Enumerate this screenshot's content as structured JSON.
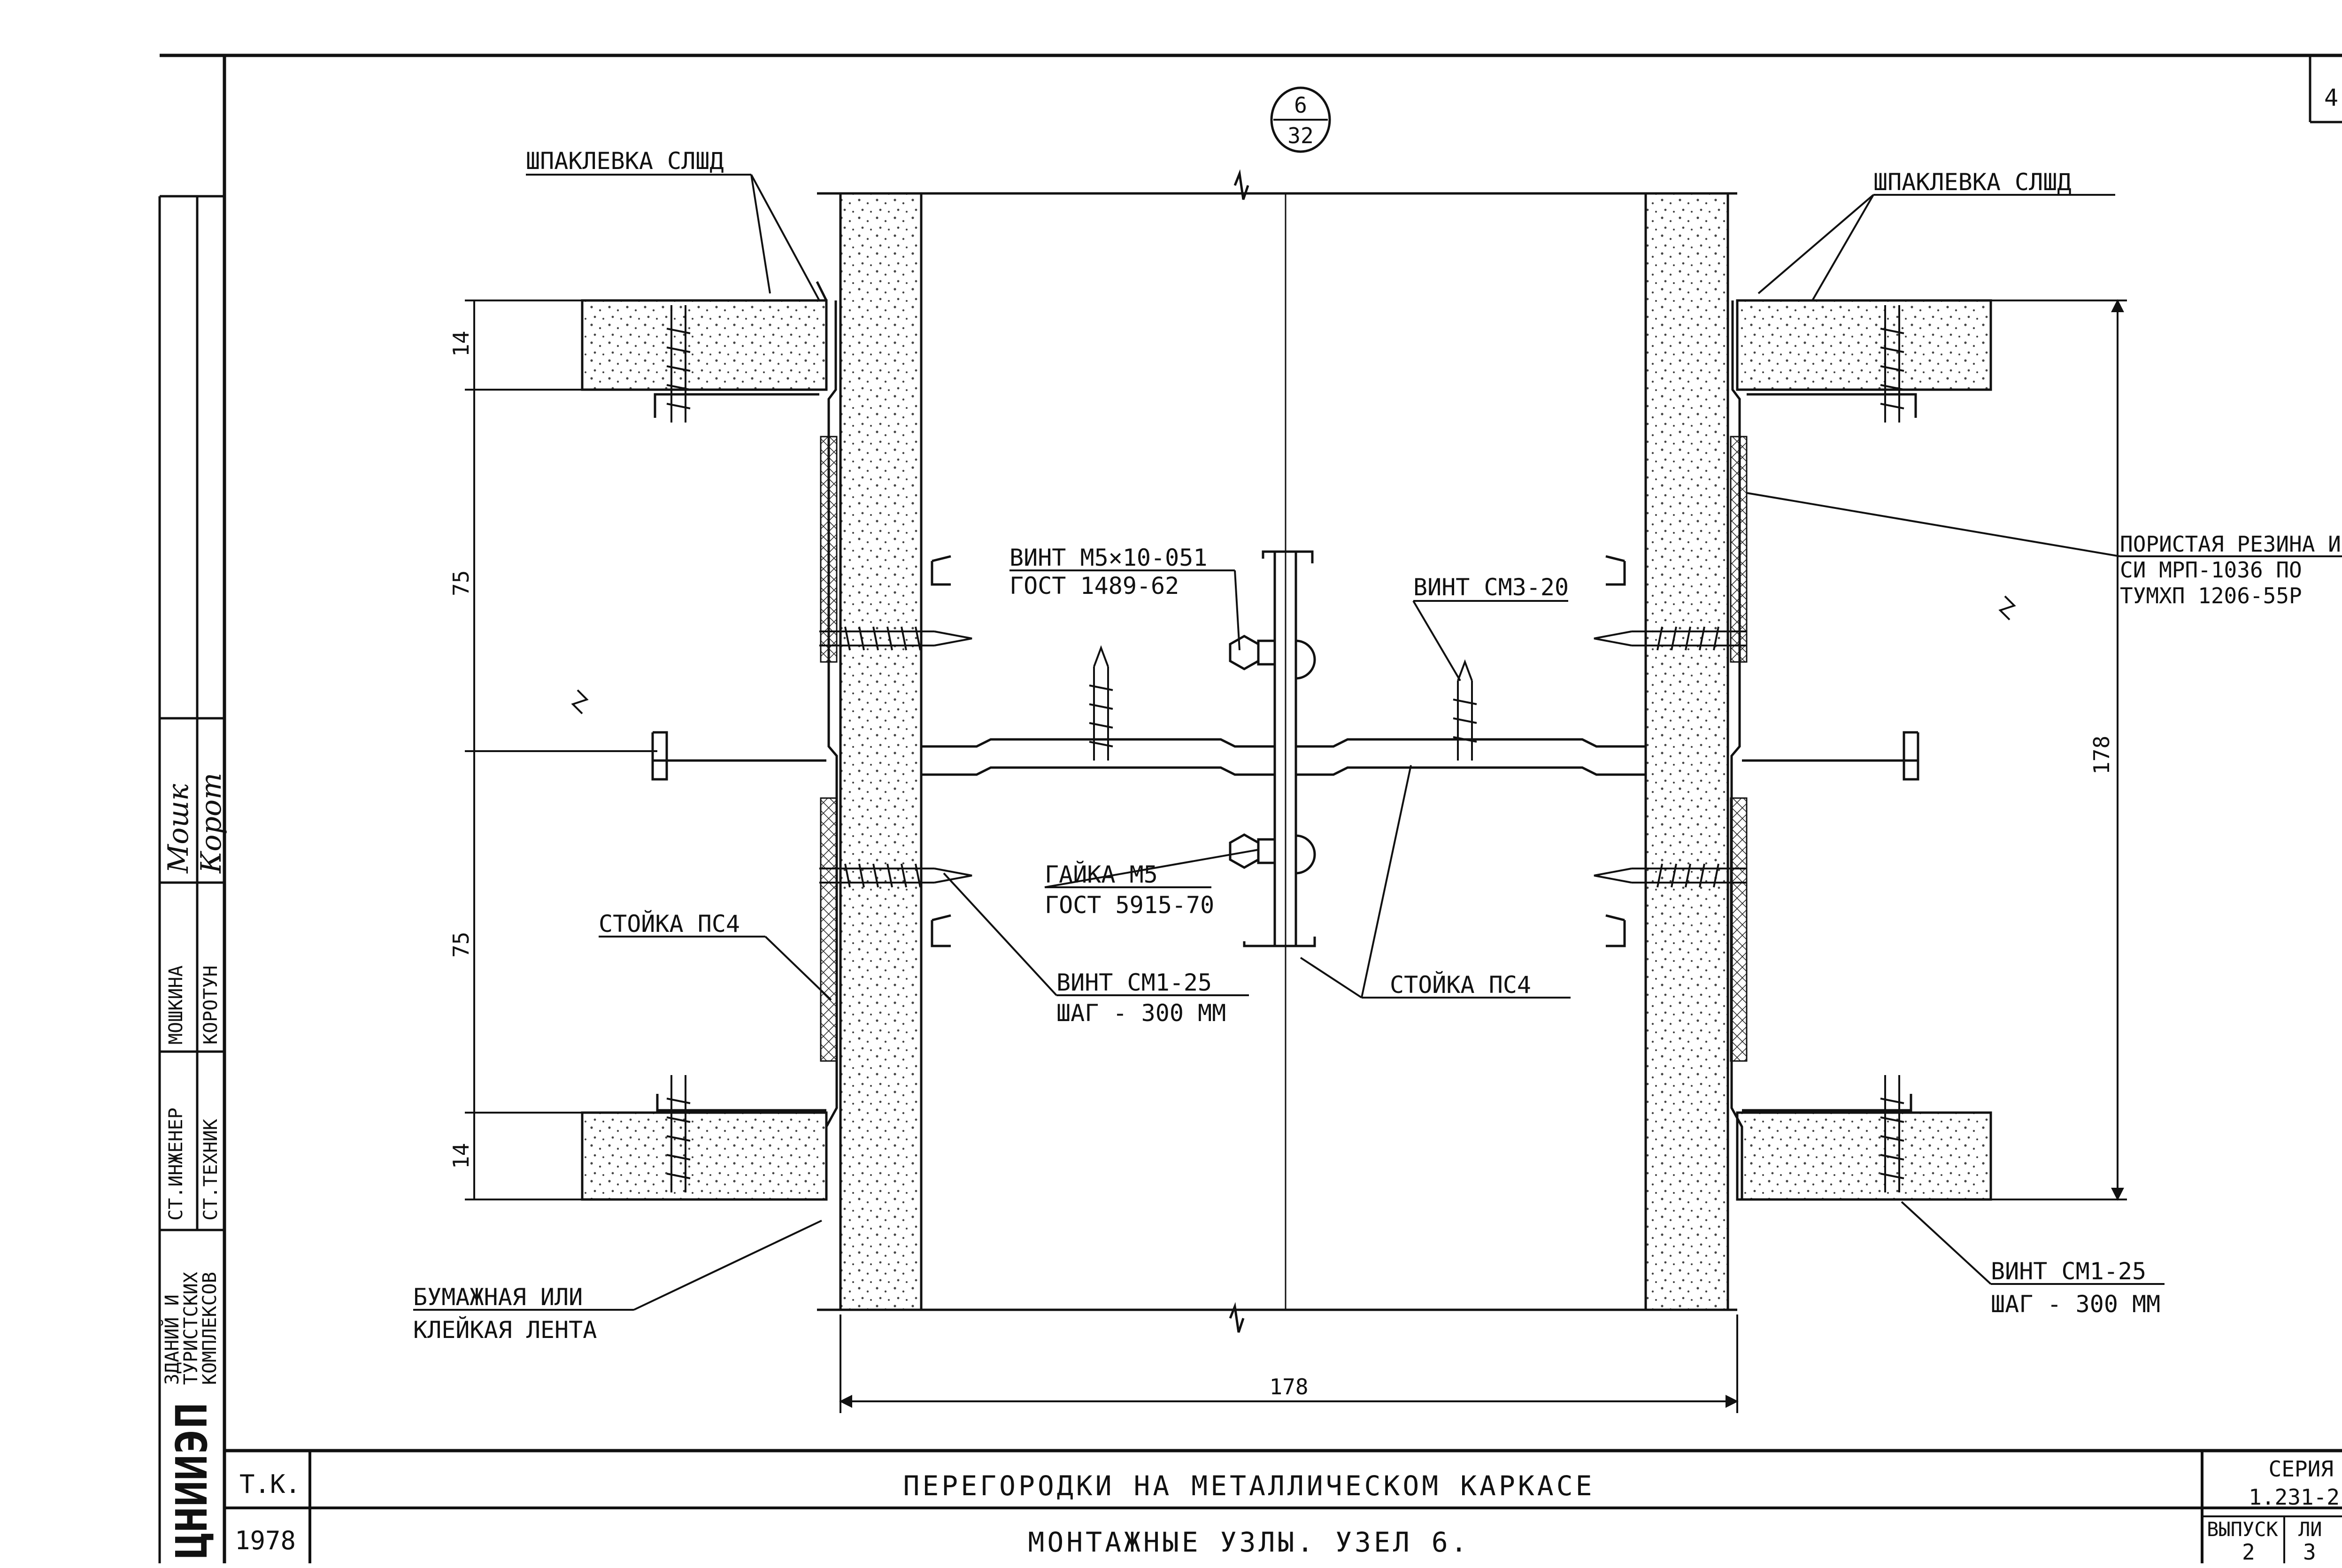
{
  "callout": {
    "top": "6",
    "bottom": "32"
  },
  "sheet_corner": "4",
  "labels": {
    "putty_left": "ШПАКЛЕВКА СЛШД",
    "putty_right": "ШПАКЛЕВКА СЛШД",
    "screw_m5_line1": "ВИНТ М5×10-051",
    "screw_m5_line2": "ГОСТ 1489-62",
    "screw_cm3": "ВИНТ СМ3-20",
    "nut_line1": "ГАЙКА М5",
    "nut_line2": "ГОСТ 5915-70",
    "screw_cm1_center_line1": "ВИНТ СМ1-25",
    "screw_cm1_center_line2": "ШАГ - 300 ММ",
    "post_left": "СТОЙКА ПС4",
    "post_center": "СТОЙКА ПС4",
    "rubber_line1": "ПОРИСТАЯ РЕЗИНА ИЗ Г",
    "rubber_line2": "СИ МРП-1036  ПО",
    "rubber_line3": "ТУМХП  1206-55Р",
    "tape_line1": "БУМАЖНАЯ  ИЛИ",
    "tape_line2": "КЛЕЙКАЯ  ЛЕНТА",
    "screw_cm1_right_line1": "ВИНТ  СМ1-25",
    "screw_cm1_right_line2": "ШАГ - 300 ММ"
  },
  "dimensions": {
    "d14_top": "14",
    "d75_top": "75",
    "d75_bottom": "75",
    "d14_bottom": "14",
    "width_bottom": "178",
    "height_right": "178"
  },
  "side_stamp": {
    "role1": "СТ.ИНЖЕНЕР",
    "role2": "СТ.ТЕХНИК",
    "name1": "МОШКИНА",
    "name2": "КОРОТУН",
    "sign1": "Мошк",
    "sign2": "Корот",
    "org_line1": "ЗДАНИЙ И",
    "org_line2": "ТУРИСТСКИХ",
    "org_line3": "КОМПЛЕКСОВ",
    "org_logo": "ЦНИИЭП"
  },
  "title_block": {
    "code": "Т.К.",
    "year": "1978",
    "title_line1": "ПЕРЕГОРОДКИ  НА  МЕТАЛЛИЧЕСКОМ  КАРКАСЕ",
    "title_line2": "МОНТАЖНЫЕ  УЗЛЫ.  УЗЕЛ  6.",
    "series_label": "СЕРИЯ",
    "series_value": "1.231-2",
    "issue_label": "ВЫПУСК",
    "issue_value": "2",
    "sheet_label": "ЛИ",
    "sheet_value": "3"
  },
  "colors": {
    "ink": "#111111",
    "paper": "#ffffff",
    "insulation_dots": "#444444"
  }
}
